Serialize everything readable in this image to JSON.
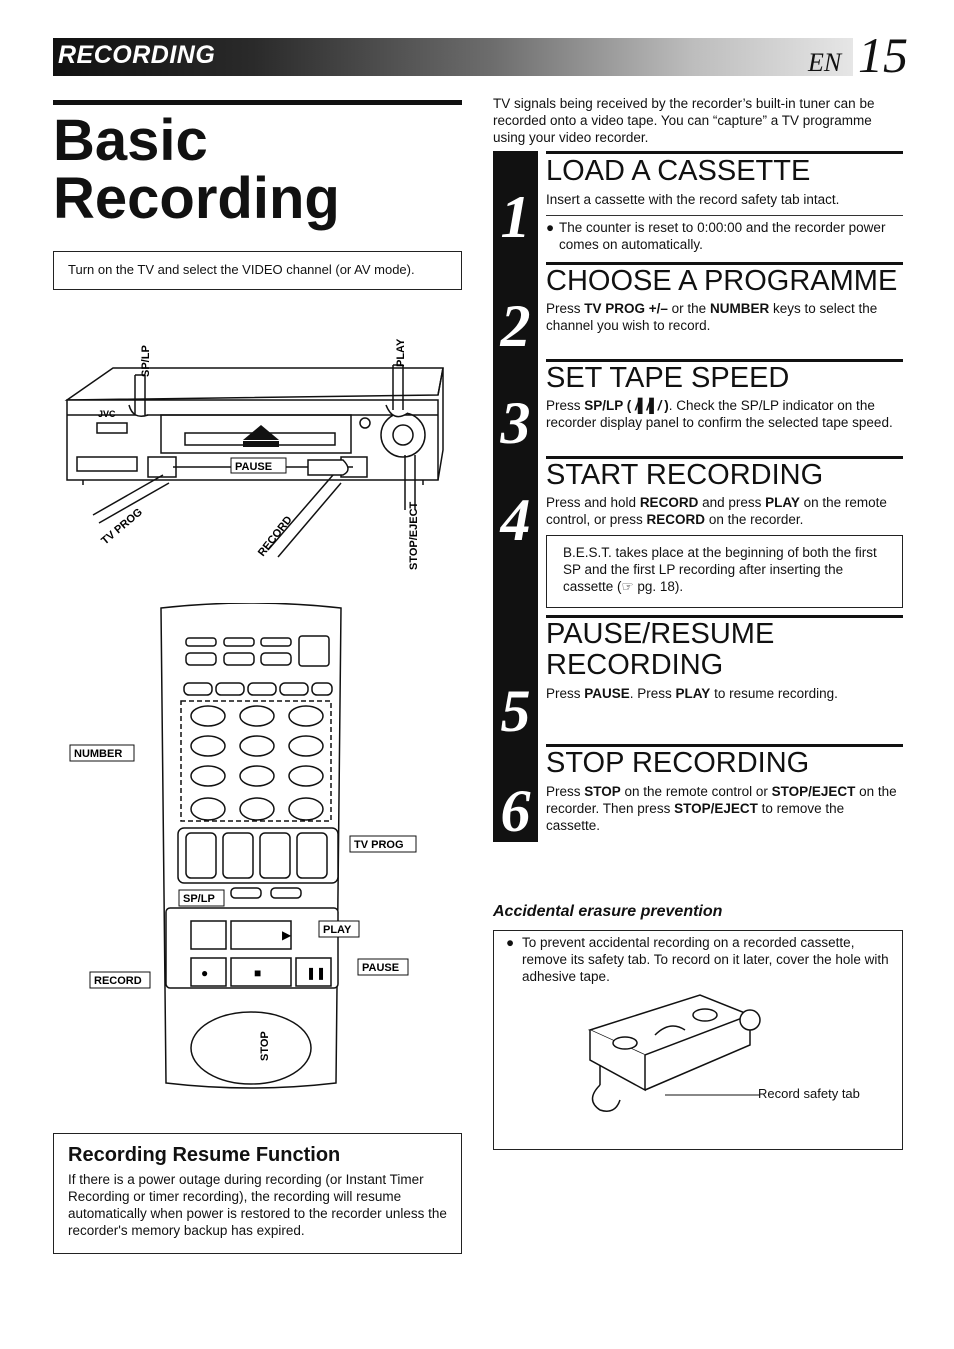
{
  "header": {
    "section": "RECORDING",
    "lang": "EN",
    "page_number": "15"
  },
  "title": {
    "line1": "Basic",
    "line2": "Recording"
  },
  "intro_box": "Turn on the TV and select the VIDEO channel (or AV mode).",
  "intro_text": "TV signals being received by the recorder’s built-in tuner can be recorded onto a video tape. You can “capture” a TV programme using your video recorder.",
  "vcr_illustration": {
    "brand": "JVC",
    "labels": {
      "sp_lp": "SP/LP",
      "play": "PLAY",
      "pause": "PAUSE",
      "tv_prog": "TV PROG",
      "record": "RECORD",
      "stop_eject": "STOP/EJECT"
    }
  },
  "remote_illustration": {
    "labels": {
      "number": "NUMBER",
      "tv_prog": "TV PROG",
      "sp_lp": "SP/LP",
      "play": "PLAY",
      "record": "RECORD",
      "pause": "PAUSE",
      "stop": "STOP"
    }
  },
  "steps": [
    {
      "num": "1",
      "title": "LOAD A CASSETTE",
      "text": "Insert a cassette with the record safety tab intact.",
      "bullet": "The counter is reset to 0:00:00 and the recorder power comes on automatically."
    },
    {
      "num": "2",
      "title": "CHOOSE A PROGRAMME",
      "text_parts": [
        "Press ",
        "TV PROG +/–",
        " or the ",
        "NUMBER",
        " keys to select the channel you wish to record."
      ]
    },
    {
      "num": "3",
      "title": "SET TAPE SPEED",
      "text_parts": [
        "Press ",
        "SP/LP (",
        "",
        ")",
        ". Check the SP/LP indicator on the recorder display panel to confirm the selected tape speed."
      ]
    },
    {
      "num": "4",
      "title": "START RECORDING",
      "text_parts": [
        "Press and hold ",
        "RECORD",
        " and press ",
        "PLAY",
        " on the remote control, or press ",
        "RECORD",
        " on the recorder."
      ],
      "note": "B.E.S.T. takes place at the beginning of both the first SP and the first LP recording after inserting the cassette (☞ pg. 18)."
    },
    {
      "num": "5",
      "title_line1": "PAUSE/RESUME",
      "title_line2": "RECORDING",
      "text_parts": [
        "Press ",
        "PAUSE",
        ". Press ",
        "PLAY",
        " to resume recording."
      ]
    },
    {
      "num": "6",
      "title": "STOP RECORDING",
      "text_parts": [
        "Press ",
        "STOP",
        " on the remote control or ",
        "STOP/EJECT",
        " on the recorder. Then press ",
        "STOP/EJECT",
        " to remove the cassette."
      ]
    }
  ],
  "erasure": {
    "title": "Accidental erasure prevention",
    "text": "To prevent accidental recording on a recorded cassette, remove its safety tab. To record on it later, cover the hole with adhesive tape.",
    "tab_label": "Record safety tab"
  },
  "resume": {
    "title": "Recording Resume Function",
    "text": "If there is a power outage during recording (or Instant Timer Recording or timer recording), the recording will resume automatically when power is restored to the recorder unless the recorder's memory backup has expired."
  }
}
